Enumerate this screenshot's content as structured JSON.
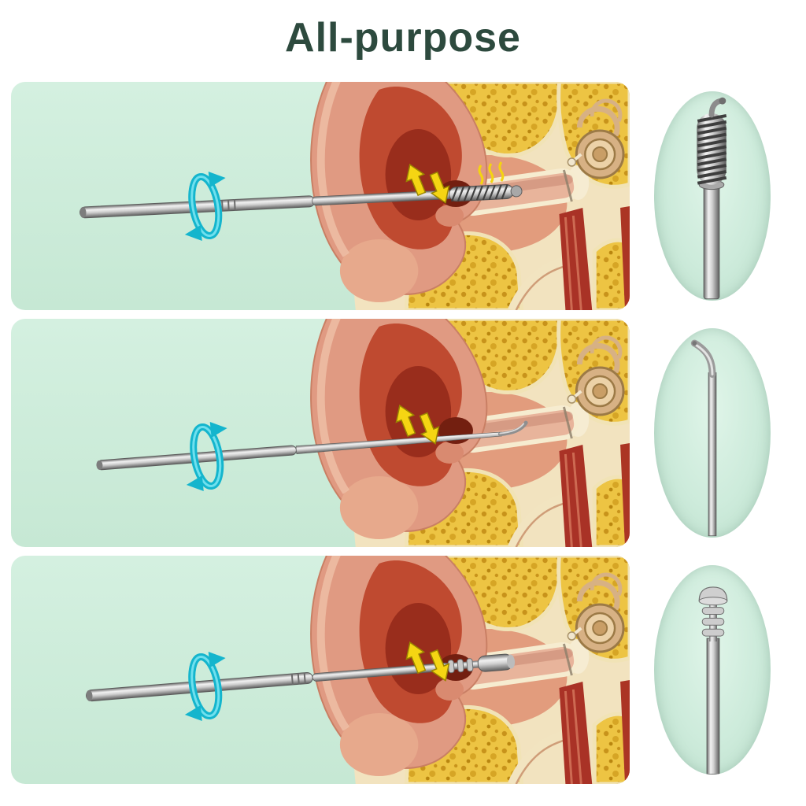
{
  "title": "All-purpose",
  "colors": {
    "title_text": "#2d4a3e",
    "panel_background": "#cdeada",
    "rotation_arrow": "#14b5cd",
    "motion_arrow": "#f5d513",
    "bone": "#edc443",
    "ear_skin": "#e09a82",
    "ear_inner_red": "#bf4a30",
    "tool_metal": "#c0c0c0"
  },
  "panels": [
    {
      "tool": "spiral-coil-tip"
    },
    {
      "tool": "bent-pick-tip"
    },
    {
      "tool": "spoon-scoop-tip"
    }
  ]
}
